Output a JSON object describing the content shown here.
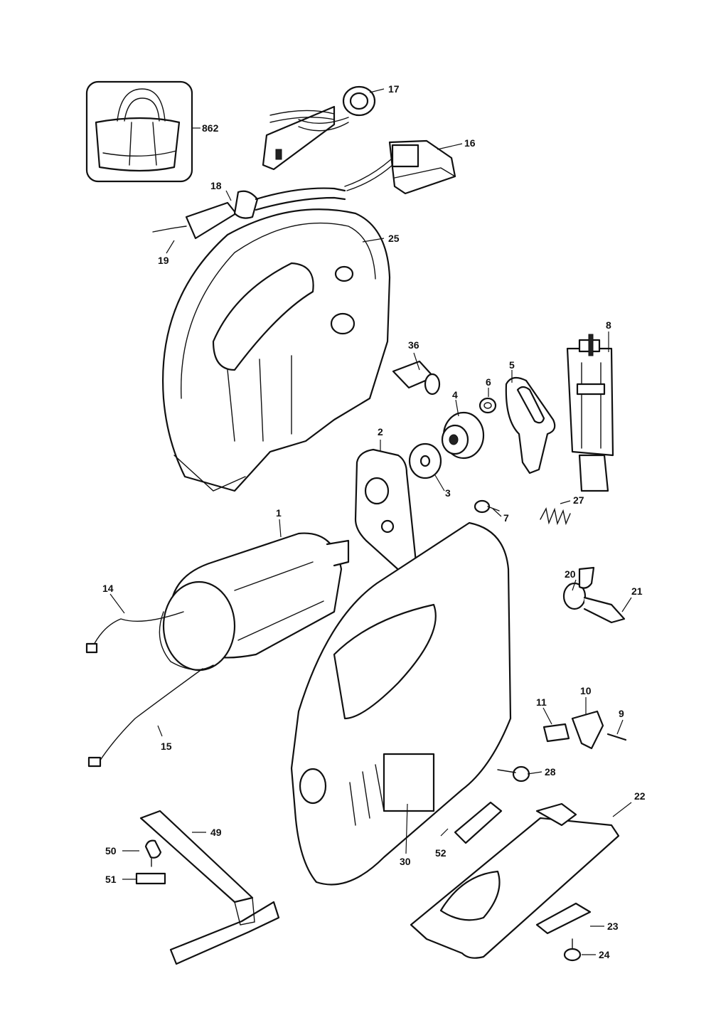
{
  "diagram": {
    "callouts": [
      {
        "id": "862",
        "text": "862"
      },
      {
        "id": "17",
        "text": "17"
      },
      {
        "id": "16",
        "text": "16"
      },
      {
        "id": "18",
        "text": "18"
      },
      {
        "id": "19",
        "text": "19"
      },
      {
        "id": "25",
        "text": "25"
      },
      {
        "id": "36",
        "text": "36"
      },
      {
        "id": "8",
        "text": "8"
      },
      {
        "id": "6",
        "text": "6"
      },
      {
        "id": "5",
        "text": "5"
      },
      {
        "id": "4",
        "text": "4"
      },
      {
        "id": "2",
        "text": "2"
      },
      {
        "id": "3",
        "text": "3"
      },
      {
        "id": "7",
        "text": "7"
      },
      {
        "id": "27",
        "text": "27"
      },
      {
        "id": "1",
        "text": "1"
      },
      {
        "id": "14",
        "text": "14"
      },
      {
        "id": "20",
        "text": "20"
      },
      {
        "id": "21",
        "text": "21"
      },
      {
        "id": "15",
        "text": "15"
      },
      {
        "id": "11",
        "text": "11"
      },
      {
        "id": "10",
        "text": "10"
      },
      {
        "id": "9",
        "text": "9"
      },
      {
        "id": "28",
        "text": "28"
      },
      {
        "id": "22",
        "text": "22"
      },
      {
        "id": "49",
        "text": "49"
      },
      {
        "id": "50",
        "text": "50"
      },
      {
        "id": "51",
        "text": "51"
      },
      {
        "id": "30",
        "text": "30"
      },
      {
        "id": "52",
        "text": "52"
      },
      {
        "id": "23",
        "text": "23"
      },
      {
        "id": "24",
        "text": "24"
      }
    ]
  }
}
